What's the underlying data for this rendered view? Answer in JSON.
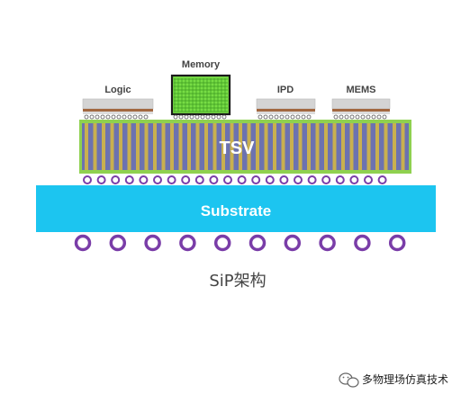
{
  "chips": {
    "logic": "Logic",
    "memory": "Memory",
    "ipd": "IPD",
    "mems": "MEMS"
  },
  "interposer_label": "TSV",
  "substrate_label": "Substrate",
  "caption": "SiP架构",
  "watermark": "多物理场仿真技术",
  "colors": {
    "interposer_fill": "#6c72b0",
    "interposer_border": "#8fd14f",
    "tsv_via": "#c9b04f",
    "substrate": "#1cc5f0",
    "bump": "#7a3da8",
    "memory_fill": "#77dd44",
    "chip_gray": "#d4d4d4",
    "chip_brown": "#a26840"
  }
}
